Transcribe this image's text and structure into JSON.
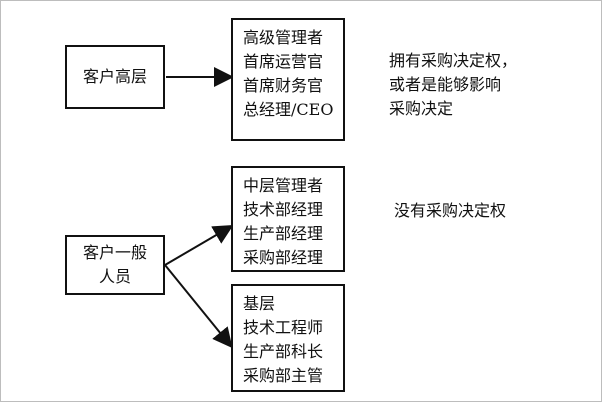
{
  "diagram": {
    "customer_top": "客户高层",
    "senior_roles": [
      "高级管理者",
      "首席运营官",
      "首席财务官",
      "总经理/CEO"
    ],
    "senior_note": [
      "拥有采购决定权，",
      "或者是能够影响",
      "采购决定"
    ],
    "customer_general": [
      "客户一般",
      "人员"
    ],
    "middle_roles": [
      "中层管理者",
      "技术部经理",
      "生产部经理",
      "采购部经理"
    ],
    "middle_note": "没有采购决定权",
    "base_roles": [
      "基层",
      "技术工程师",
      "生产部科长",
      "采购部主管"
    ]
  }
}
